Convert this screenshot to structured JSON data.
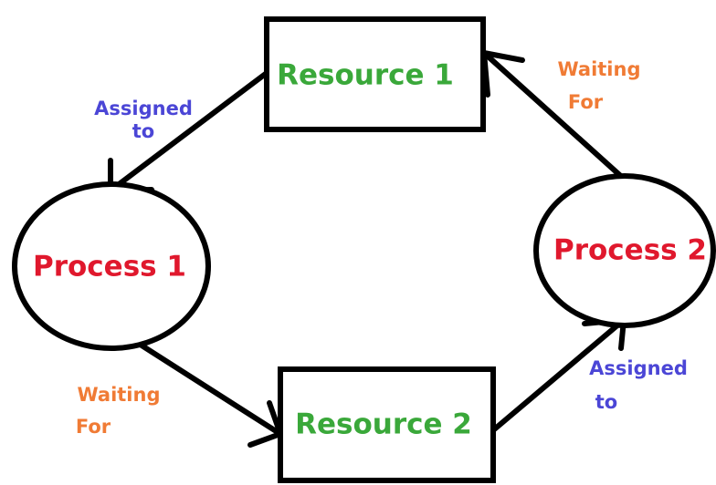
{
  "colors": {
    "stroke": "#000000",
    "resource_text": "#3aa83a",
    "process_text": "#e0182d",
    "assigned_text": "#4b46d6",
    "waiting_text": "#f07b35"
  },
  "nodes": {
    "resource_1": "Resource 1",
    "resource_2": "Resource 2",
    "process_1": "Process 1",
    "process_2": "Process 2"
  },
  "edges": {
    "r1_to_p1": {
      "line1": "Assigned",
      "line2": "to"
    },
    "p2_to_r1": {
      "line1": "Waiting",
      "line2": "For"
    },
    "p1_to_r2": {
      "line1": "Waiting",
      "line2": "For"
    },
    "r2_to_p2": {
      "line1": "Assigned",
      "line2": "to"
    }
  }
}
